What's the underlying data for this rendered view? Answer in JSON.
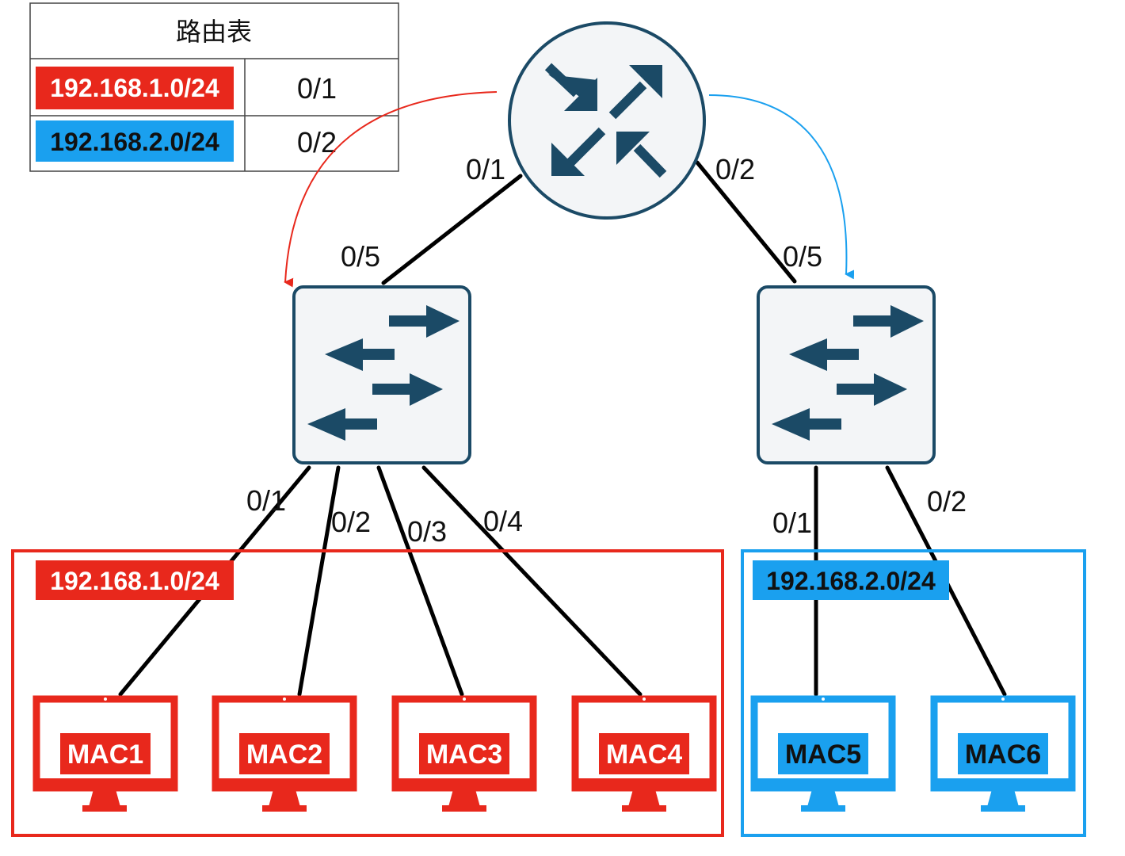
{
  "colors": {
    "red": "#e8281c",
    "blue": "#1aa0ef",
    "navy": "#1b4a66",
    "device_bg": "#f3f5f7",
    "link": "#000000"
  },
  "routing_table": {
    "title": "路由表",
    "rows": [
      {
        "network": "192.168.1.0/24",
        "port": "0/1"
      },
      {
        "network": "192.168.2.0/24",
        "port": "0/2"
      }
    ]
  },
  "router": {
    "icon": "router-icon",
    "port_left": "0/1",
    "port_right": "0/2"
  },
  "switch_left": {
    "icon": "switch-icon",
    "uplink_port": "0/5",
    "ports": [
      "0/1",
      "0/2",
      "0/3",
      "0/4"
    ]
  },
  "switch_right": {
    "icon": "switch-icon",
    "uplink_port": "0/5",
    "ports": [
      "0/1",
      "0/2"
    ]
  },
  "subnets": {
    "left": {
      "label": "192.168.1.0/24",
      "hosts": [
        "MAC1",
        "MAC2",
        "MAC3",
        "MAC4"
      ]
    },
    "right": {
      "label": "192.168.2.0/24",
      "hosts": [
        "MAC5",
        "MAC6"
      ]
    }
  }
}
